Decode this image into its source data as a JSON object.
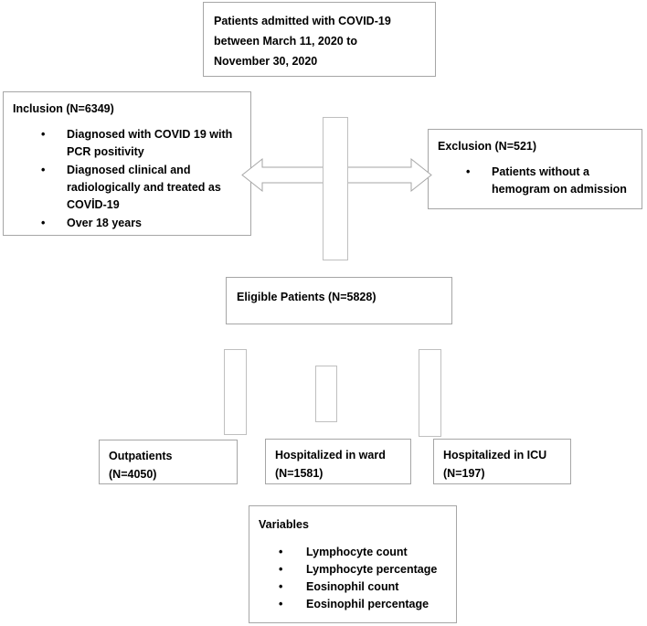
{
  "diagram": {
    "title": "COVID-19 patient selection flowchart",
    "colors": {
      "box_border": "#a6a6a6",
      "connector_border": "#bfbfbf",
      "text": "#000000",
      "background": "#ffffff"
    }
  },
  "nodes": {
    "admitted": {
      "name": "patients-admitted-box",
      "text": "Patients admitted with COVID-19\nbetween March 11, 2020 to\nNovember 30, 2020"
    },
    "inclusion": {
      "name": "inclusion-box",
      "title": "Inclusion (N=6349)",
      "count_label": "N=6349",
      "count": 6349,
      "bullets": [
        "Diagnosed with COVID 19 with PCR positivity",
        "Diagnosed clinical and radiologically and treated as COVİD-19",
        "Over 18 years"
      ]
    },
    "exclusion": {
      "name": "exclusion-box",
      "title": "Exclusion (N=521)",
      "count_label": "N=521",
      "count": 521,
      "bullets": [
        "Patients without a hemogram on admission"
      ]
    },
    "eligible": {
      "name": "eligible-patients-box",
      "text": "Eligible Patients (N=5828)",
      "count_label": "N=5828",
      "count": 5828
    },
    "outpatients": {
      "name": "outpatients-box",
      "text": "Outpatients\n(N=4050)",
      "label": "Outpatients",
      "count_label": "(N=4050)",
      "count": 4050
    },
    "ward": {
      "name": "hospitalized-in-ward-box",
      "text": "Hospitalized in ward\n(N=1581)",
      "label": "Hospitalized in ward",
      "count_label": "(N=1581)",
      "count": 1581
    },
    "icu": {
      "name": "hospitalized-in-icu-box",
      "text": "Hospitalized in ICU\n(N=197)",
      "label": "Hospitalized in ICU",
      "count_label": "(N=197)",
      "count": 197
    },
    "variables": {
      "name": "variables-box",
      "title": "Variables",
      "bullets": [
        "Lymphocyte count",
        "Lymphocyte percentage",
        "Eosinophil count",
        "Eosinophil percentage"
      ]
    }
  },
  "connectors": {
    "vertical_main": {
      "name": "vertical-connector-bar"
    },
    "double_arrow": {
      "name": "double-headed-arrow"
    },
    "to_outpatients": {
      "name": "connector-bar-outpatients"
    },
    "to_ward": {
      "name": "connector-bar-ward"
    },
    "to_icu": {
      "name": "connector-bar-icu"
    }
  },
  "glyphs": {
    "bullet": "•"
  }
}
